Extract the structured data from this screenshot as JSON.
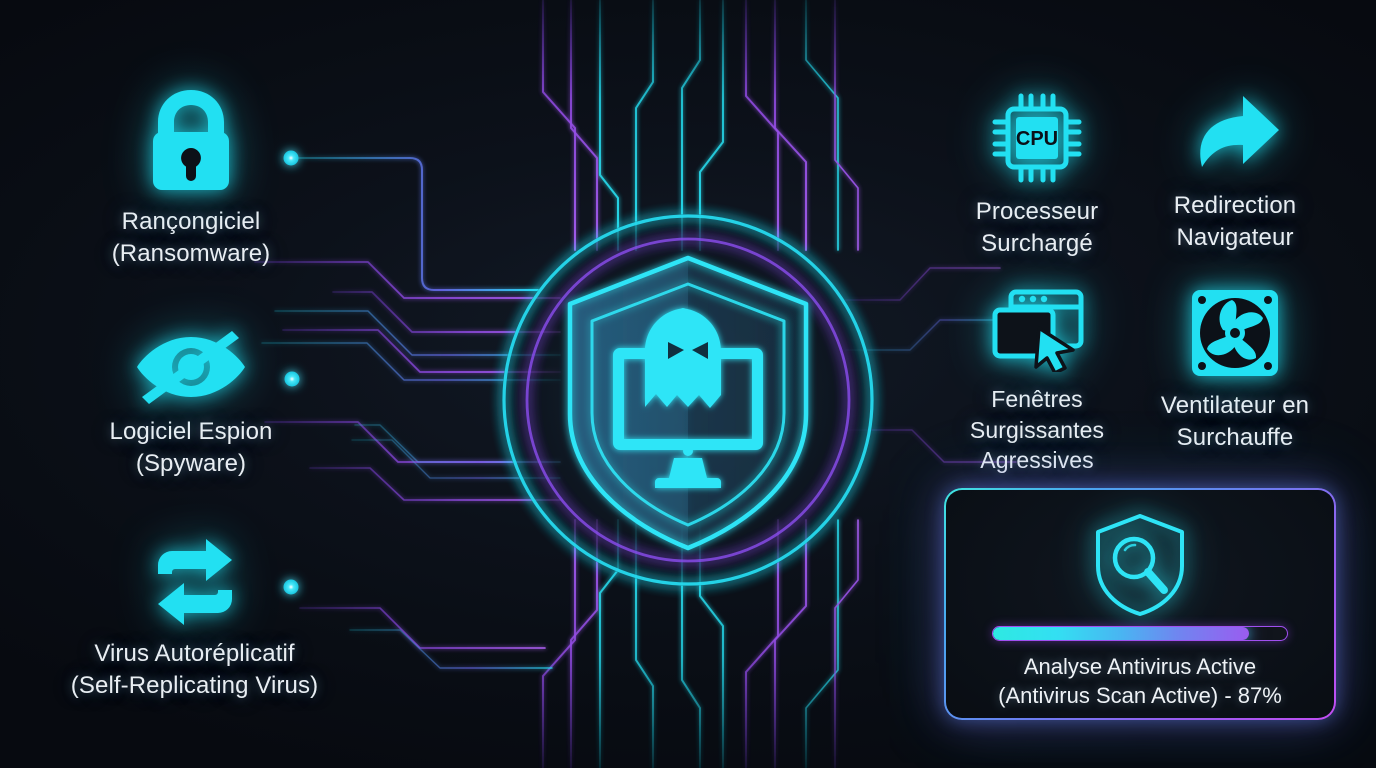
{
  "background": {
    "base_color": "#0b1017",
    "accent_cyan": "#22e0f2",
    "accent_purple": "#9b4ff0",
    "text_color": "#e9eef3"
  },
  "center": {
    "emblem_name": "shield-monitor-malware-emblem",
    "outer_ring_color": "#22dff2",
    "inner_ring_color": "#8b4df0"
  },
  "threats": [
    {
      "id": "ransomware",
      "icon": "lock-icon",
      "label": "Rançongiciel\n(Ransomware)"
    },
    {
      "id": "spyware",
      "icon": "eye-slash-icon",
      "label": "Logiciel Espion\n(Spyware)"
    },
    {
      "id": "virus",
      "icon": "repeat-arrows-icon",
      "label": "Virus Autoréplicatif\n(Self-Replicating Virus)"
    }
  ],
  "symptoms": [
    {
      "id": "cpu",
      "icon": "cpu-chip-icon",
      "icon_text": "CPU",
      "label": "Processeur\nSurchargé"
    },
    {
      "id": "redirect",
      "icon": "redirect-arrow-icon",
      "label": "Redirection\nNavigateur"
    },
    {
      "id": "popups",
      "icon": "popup-window-cursor-icon",
      "label": "Fenêtres\nSurgissantes\nAgressives"
    },
    {
      "id": "fan",
      "icon": "cooling-fan-icon",
      "label": "Ventilateur en\nSurchauffe"
    }
  ],
  "scan_panel": {
    "icon": "shield-magnifier-icon",
    "progress_percent": 87,
    "progress_label": "87%",
    "caption": "Analyse Antivirus Active\n(Antivirus Scan Active) - 87%",
    "border_gradient_start": "#3fe6e0",
    "border_gradient_end": "#c24ef2"
  }
}
